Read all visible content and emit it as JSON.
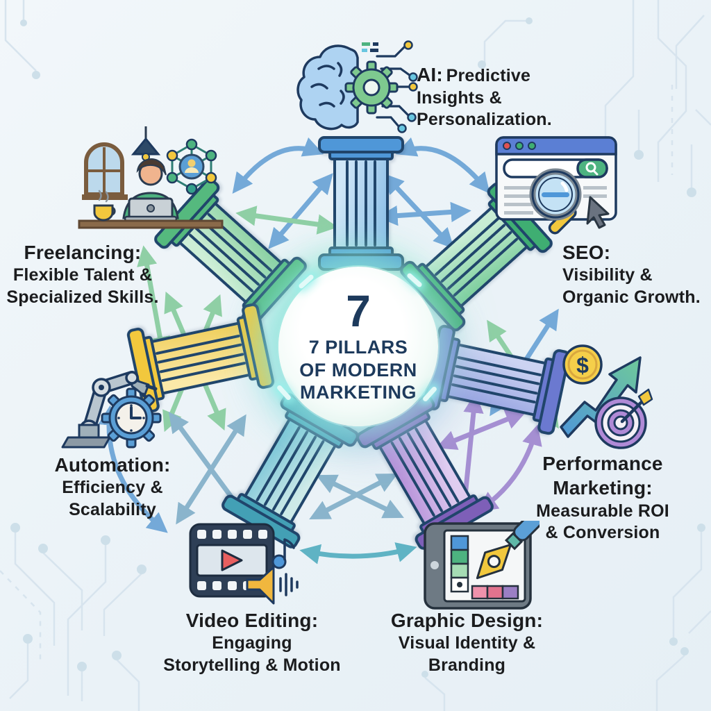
{
  "center": {
    "big_number": "7",
    "line1": "7 PILLARS",
    "line2": "OF MODERN",
    "line3": "MARKETING"
  },
  "labels": {
    "ai": {
      "title": "AI:",
      "line1": "Predictive",
      "line2": "Insights &",
      "line3": "Personalization."
    },
    "freelancing": {
      "title": "Freelancing:",
      "line2": "Flexible Talent &",
      "line3": "Specialized Skills."
    },
    "seo": {
      "title": "SEO:",
      "line2": "Visibility &",
      "line3": "Organic Growth."
    },
    "automation": {
      "title": "Automation:",
      "line2": "Efficiency &",
      "line3": "Scalability"
    },
    "performance": {
      "title1": "Performance",
      "title2": "Marketing:",
      "line2": "Measurable ROI",
      "line3": "& Conversion"
    },
    "video": {
      "title": "Video Editing:",
      "line2": "Engaging",
      "line3": "Storytelling & Motion"
    },
    "graphic": {
      "title": "Graphic Design:",
      "line2": "Visual Identity &",
      "line3": "Branding"
    }
  },
  "icons": {
    "ai": "brain-gear-circuit-icon",
    "freelancing": "person-at-desk-network-icon",
    "seo": "browser-magnifier-cursor-icon",
    "automation": "robot-arm-gear-clock-icon",
    "performance": "dollar-coin-growth-arrow-target-icon",
    "video": "filmstrip-play-music-note-speaker-icon",
    "graphic": "tablet-pen-tool-color-swatches-icon"
  },
  "colors": {
    "background": "#edf4f8",
    "outline": "#20456b",
    "label_text": "#1b1c1e",
    "center_text": "#1d3a5c",
    "pillar_ai_blue": "#4f97d8",
    "pillar_freelancing_green": "#55b97e",
    "pillar_seo_green": "#3fae72",
    "pillar_automation_yellow": "#f2c83d",
    "pillar_performance_periwinkle": "#6b79d0",
    "pillar_video_teal": "#43a0b5",
    "pillar_graphic_purple": "#7e5fb8",
    "arrow_blue": "#74a9d8",
    "arrow_green": "#8fcfa5",
    "arrow_steel": "#8ab4cc",
    "arrow_teal": "#5fb3c4",
    "arrow_purple": "#a58fd2"
  }
}
